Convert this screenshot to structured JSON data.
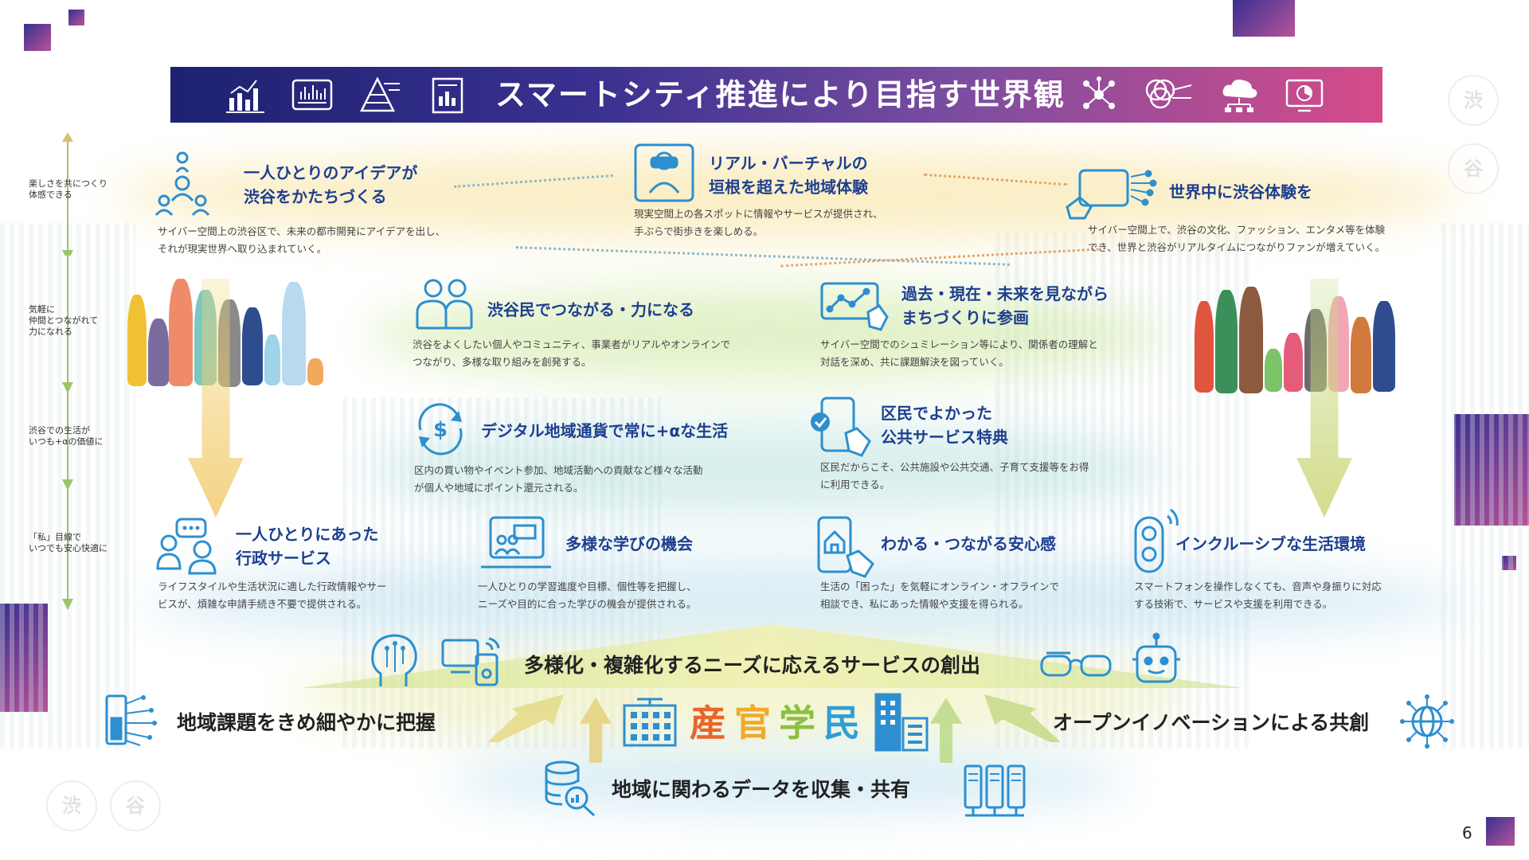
{
  "banner": {
    "title": "スマートシティ推進により目指す世界観",
    "left_icons": [
      "bar-chart-icon",
      "waveform-chart-icon",
      "pyramid-chart-icon",
      "report-icon"
    ],
    "right_icons": [
      "network-nodes-icon",
      "venn-diagram-icon",
      "cloud-network-icon",
      "pie-chart-monitor-icon"
    ]
  },
  "timeline": {
    "labels": [
      "楽しさを共につくり\n体感できる",
      "気軽に\n仲間とつながれて\n力になれる",
      "渋谷での生活が\nいつも+αの価値に",
      "「私」目線で\nいつでも安心快適に"
    ]
  },
  "items": [
    {
      "title": "一人ひとりのアイデアが\n渋谷をかたちづくる",
      "desc": "サイバー空間上の渋谷区で、未来の都市開発にアイデアを出し、\nそれが現実世界へ取り込まれていく。",
      "icon": "people-ideas-icon"
    },
    {
      "title": "リアル・バーチャルの\n垣根を超えた地域体験",
      "desc": "現実空間上の各スポットに情報やサービスが提供され、\n手ぶらで街歩きを楽しめる。",
      "icon": "vr-headset-icon"
    },
    {
      "title": "世界中に渋谷体験を",
      "desc": "サイバー空間上で、渋谷の文化、ファッション、エンタメ等を体験\nでき、世界と渋谷がリアルタイムにつながりファンが増えていく。",
      "icon": "tablet-hand-icon"
    },
    {
      "title": "渋谷民でつながる・力になる",
      "desc": "渋谷をよくしたい個人やコミュニティ、事業者がリアルやオンラインで\nつながり、多様な取り組みを創発する。",
      "icon": "community-icon"
    },
    {
      "title": "過去・現在・未来を見ながら\nまちづくりに参画",
      "desc": "サイバー空間でのシュミレーション等により、関係者の理解と\n対話を深め、共に課題解決を図っていく。",
      "icon": "chart-screen-icon"
    },
    {
      "title": "デジタル地域通貨で常に+αな生活",
      "desc": "区内の買い物やイベント参加、地域活動への貢献など様々な活動\nが個人や地域にポイント還元される。",
      "icon": "currency-cycle-icon"
    },
    {
      "title": "区民でよかった\n公共サービス特典",
      "desc": "区民だからこそ、公共施設や公共交通、子育て支援等をお得\nに利用できる。",
      "icon": "smartphone-check-icon"
    },
    {
      "title": "一人ひとりにあった\n行政サービス",
      "desc": "ライフスタイルや生活状況に適した行政情報やサー\nビスが、煩雑な申請手続き不要で提供される。",
      "icon": "chat-users-icon"
    },
    {
      "title": "多様な学びの機会",
      "desc": "一人ひとりの学習進度や目標、個性等を把握し、\nニーズや目的に合った学びの機会が提供される。",
      "icon": "online-class-icon"
    },
    {
      "title": "わかる・つながる安心感",
      "desc": "生活の「困った」を気軽にオンライン・オフラインで\n相談でき、私にあった情報や支援を得られる。",
      "icon": "phone-home-icon"
    },
    {
      "title": "インクルーシブな生活環境",
      "desc": "スマートフォンを操作しなくても、音声や身振りに対応\nする技術で、サービスや支援を利用できる。",
      "icon": "voice-signal-icon"
    }
  ],
  "foundation": {
    "top": "多様化・複雑化するニーズに応えるサービスの創出",
    "left": "地域課題をきめ細やかに把握",
    "right": "オープンイノベーションによる共創",
    "bottom": "地域に関わるデータを収集・共有",
    "center_chars": [
      "産",
      "官",
      "学",
      "民"
    ],
    "center_colors": [
      "#e9652d",
      "#f0a92a",
      "#8cbf3f",
      "#2d9fd8"
    ]
  },
  "seals": [
    "渋",
    "谷",
    "渋",
    "谷"
  ],
  "page_number": "6"
}
